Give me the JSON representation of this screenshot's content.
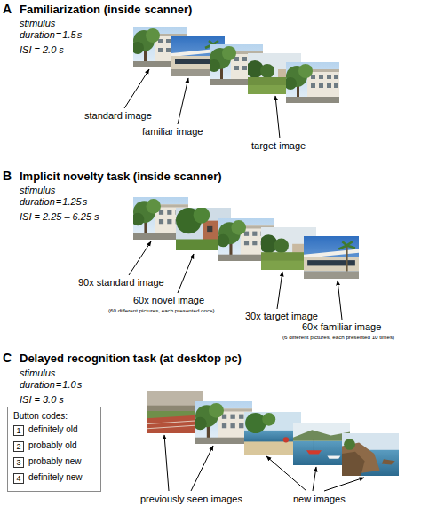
{
  "diagram": {
    "nodes": [
      {
        "text": [
          "Button codes:"
        ]
      },
      {
        "text": [
          "1"
        ],
        "in": 0
      },
      {
        "text": [
          "2"
        ],
        "in": 0
      },
      {
        "text": [
          "3"
        ],
        "in": 0
      },
      {
        "text": [
          "4"
        ],
        "in": 0
      }
    ],
    "labels": [
      "A",
      "Familiarization (inside scanner)",
      "stimulus duration = 1.5 s",
      "ISI = 2.0 s",
      "standard image",
      "familiar image",
      "target image",
      "B",
      "Implicit novelty task (inside scanner)",
      "stimulus duration = 1.25 s",
      "ISI = 2.25 – 6.25 s",
      "90x standard image",
      "60x novel image",
      "(60 different pictures, each presented once)",
      "30x target image",
      "60x familiar image",
      "(6 different pictures, each presented 10 times)",
      "C",
      "Delayed recognition task (at desktop pc)",
      "stimulus duration = 1.0 s",
      "ISI = 3.0 s",
      "definitely old",
      "probably old",
      "probably new",
      "definitely new",
      "previously seen images",
      "new images"
    ]
  }
}
